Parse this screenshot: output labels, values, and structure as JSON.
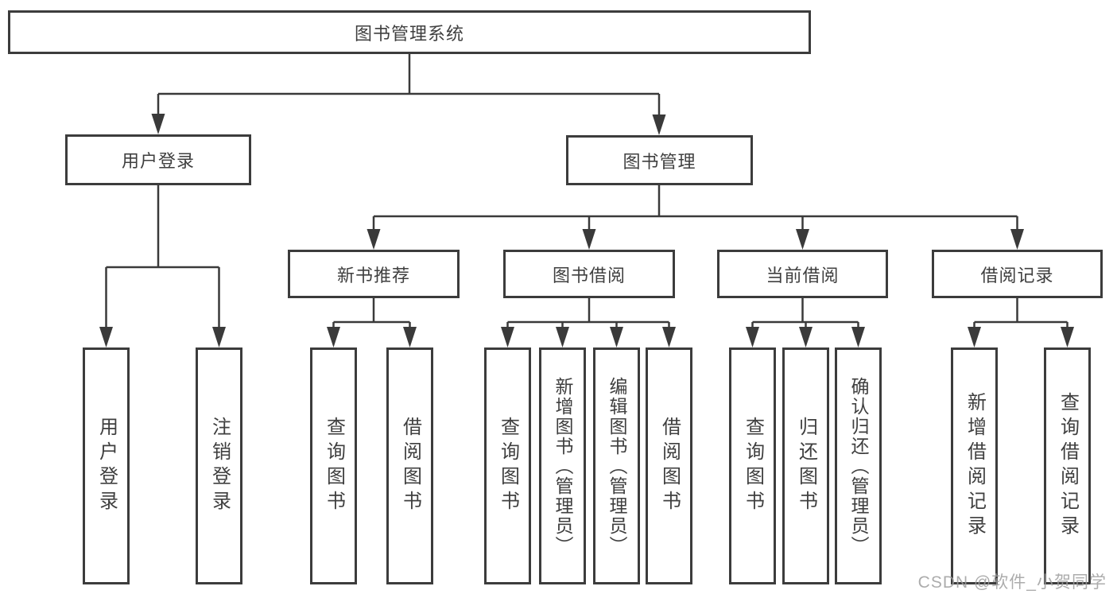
{
  "diagram": {
    "root": {
      "label": "图书管理系统"
    },
    "modules": [
      {
        "label": "用户登录",
        "children": [
          "用户登录",
          "注销登录"
        ]
      },
      {
        "label": "图书管理",
        "sections": [
          {
            "label": "新书推荐",
            "children": [
              "查询图书",
              "借阅图书"
            ]
          },
          {
            "label": "图书借阅",
            "children": [
              "查询图书",
              "新增图书（管理员）",
              "编辑图书（管理员）",
              "借阅图书"
            ]
          },
          {
            "label": "当前借阅",
            "children": [
              "查询图书",
              "归还图书",
              "确认归还（管理员）"
            ]
          },
          {
            "label": "借阅记录",
            "children": [
              "新增借阅记录",
              "查询借阅记录"
            ]
          }
        ]
      }
    ]
  },
  "watermark": {
    "text": "CSDN @软件_小贺同学"
  },
  "colors": {
    "line": "#3a3a3a",
    "border": "#3c3c3c",
    "text": "#3f3f3f",
    "watermark": "#9e9e9e",
    "background": "#ffffff"
  }
}
